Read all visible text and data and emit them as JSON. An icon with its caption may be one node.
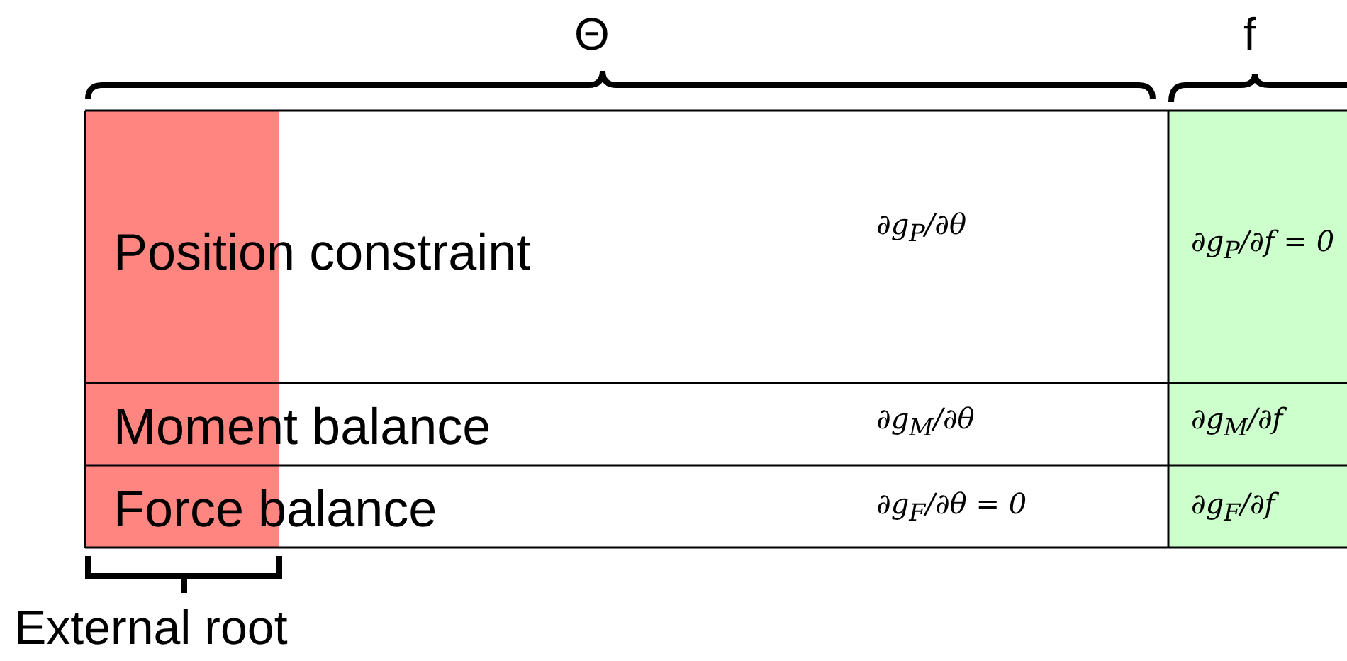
{
  "diagram": {
    "nodes": [
      {
        "text": [],
        "shape": "box"
      }
    ],
    "labels": [
      "Θ",
      "f",
      "Position constraint",
      "∂g$_{P}$/∂θ",
      "∂g$_{P}$/∂f = 0",
      "Moment balance",
      "∂g$_{M}$/∂θ",
      "∂g$_{M}$/∂f",
      "Force balance",
      "∂g$_{F}$/∂θ = 0",
      "∂g$_{F}$/∂f",
      "External root"
    ]
  }
}
